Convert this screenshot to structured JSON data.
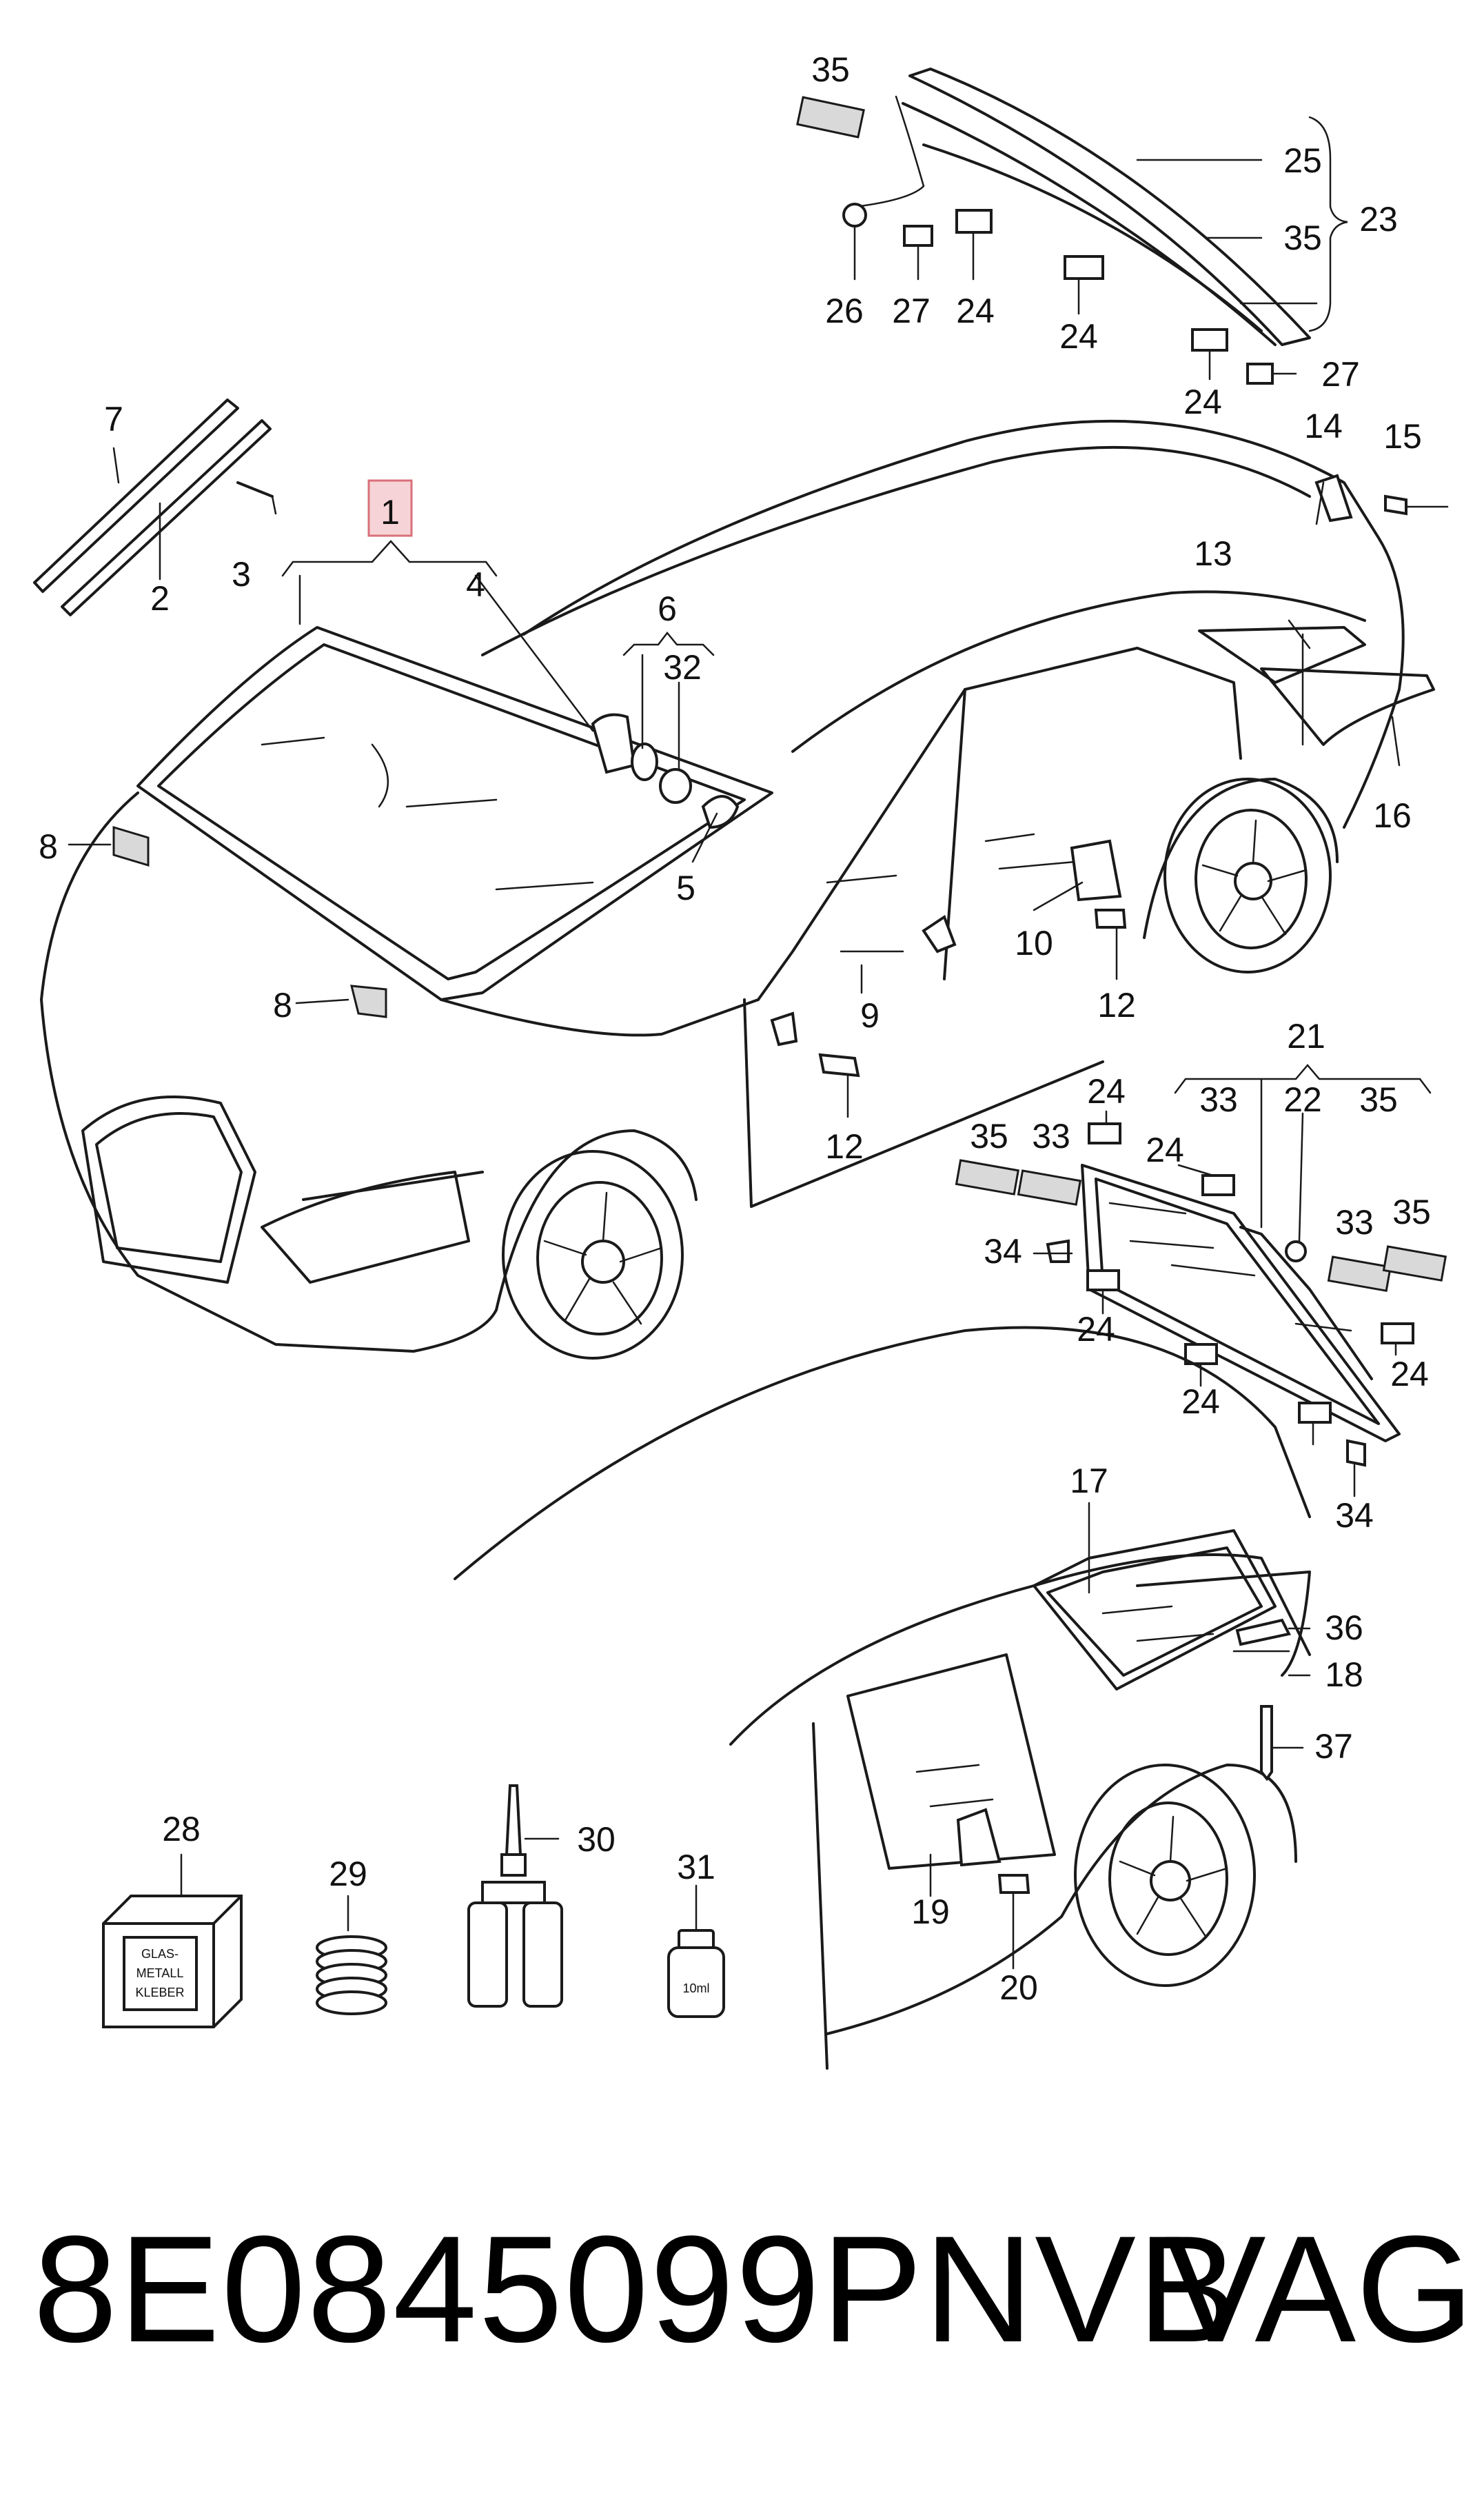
{
  "callouts": {
    "c1": "1",
    "c2": "2",
    "c3": "3",
    "c4": "4",
    "c5": "5",
    "c6": "6",
    "c7": "7",
    "c8a": "8",
    "c8b": "8",
    "c9": "9",
    "c10": "10",
    "c12a": "12",
    "c12b": "12",
    "c13": "13",
    "c14": "14",
    "c15": "15",
    "c16": "16",
    "c17": "17",
    "c18": "18",
    "c19": "19",
    "c20": "20",
    "c21": "21",
    "c22": "22",
    "c23": "23",
    "c24a": "24",
    "c24b": "24",
    "c24c": "24",
    "c24d": "24",
    "c24e": "24",
    "c24f": "24",
    "c24g": "24",
    "c24h": "24",
    "c25": "25",
    "c26": "26",
    "c27a": "27",
    "c27b": "27",
    "c28": "28",
    "c29": "29",
    "c30": "30",
    "c31": "31",
    "c32": "32",
    "c33a": "33",
    "c33b": "33",
    "c33c": "33",
    "c34a": "34",
    "c34b": "34",
    "c35a": "35",
    "c35b": "35",
    "c35c": "35",
    "c35d": "35",
    "c35e": "35",
    "c36": "36",
    "c37": "37"
  },
  "box_labels": {
    "glas_line1": "GLAS-",
    "glas_line2": "METALL",
    "glas_line3": "KLEBER",
    "bottle": "10ml"
  },
  "footer": {
    "part_number": "8E0845099PNVB",
    "brand": "VAG"
  },
  "colors": {
    "line": "#1a1a1a",
    "highlight_fill": "#f6d3d6",
    "highlight_stroke": "#d9707a"
  }
}
